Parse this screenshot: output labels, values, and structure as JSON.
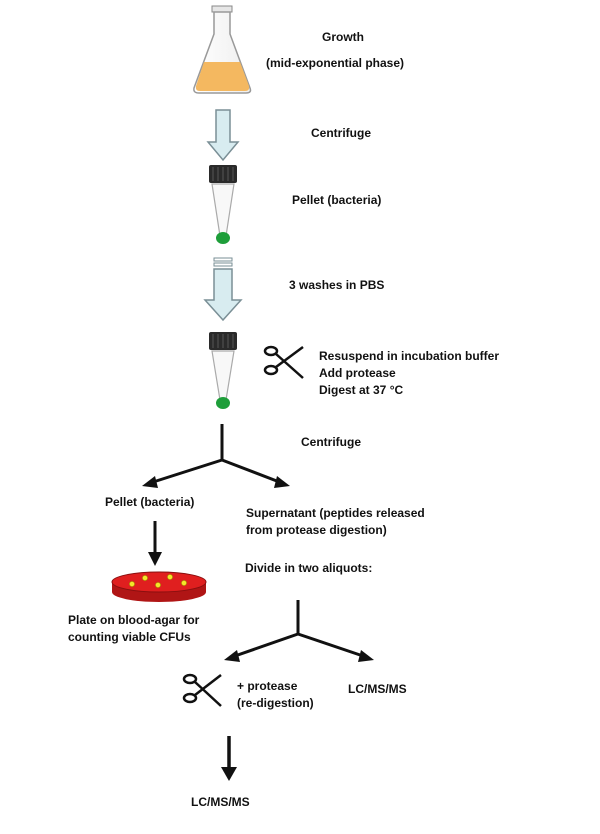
{
  "steps": {
    "growth": {
      "title": "Growth",
      "subtitle": "(mid-exponential phase)"
    },
    "centrifuge_1": "Centrifuge",
    "pellet_1": "Pellet (bacteria)",
    "washes": "3 washes in PBS",
    "digest": {
      "line1": "Resuspend in incubation buffer",
      "line2": "Add protease",
      "line3": "Digest at 37 °C"
    },
    "centrifuge_2": "Centrifuge",
    "pellet_2": "Pellet (bacteria)",
    "supernatant": {
      "line1": "Supernatant (peptides released",
      "line2": "from protease digestion)"
    },
    "divide": "Divide in two aliquots:",
    "plate": {
      "line1": "Plate on blood-agar for",
      "line2": "counting viable CFUs"
    },
    "redigest": {
      "line1": "+ protease",
      "line2": "(re-digestion)"
    },
    "lcms_right": "LC/MS/MS",
    "lcms_bottom": "LC/MS/MS"
  },
  "colors": {
    "culture": "#f4b860",
    "pellet": "#1e9e3a",
    "block_arrow": "#d8ecf0",
    "agar": "#e01f1f",
    "colony": "#f5e62a"
  }
}
